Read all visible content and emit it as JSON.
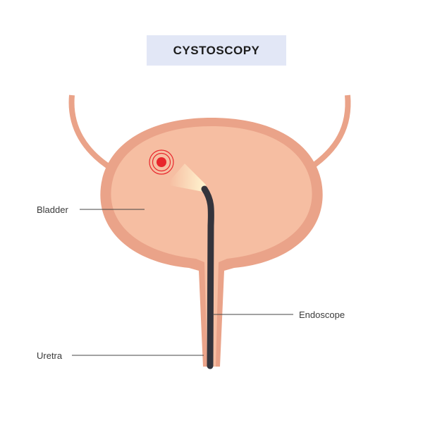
{
  "title": "CYSTOSCOPY",
  "labels": {
    "bladder": "Bladder",
    "endoscope": "Endoscope",
    "uretra": "Uretra"
  },
  "colors": {
    "title_bg": "#e2e7f6",
    "bladder_wall": "#eaa389",
    "bladder_fill": "#f6bea2",
    "endoscope": "#34343c",
    "lesion": "#e8262c",
    "leader_line": "#444444"
  }
}
